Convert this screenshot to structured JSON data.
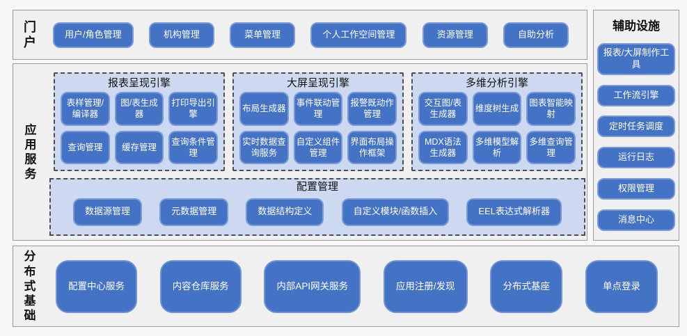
{
  "colors": {
    "accent_blue": "#4472c4",
    "button_border_blue": "#7b9bd7",
    "panel_light_blue": "#ccd9f1",
    "section_bg": "#f0f0f0",
    "section_border": "#9a9a9a"
  },
  "portal": {
    "label": "门户",
    "buttons": [
      "用户/角色管理",
      "机构管理",
      "菜单管理",
      "个人工作空间管理",
      "资源管理",
      "自助分析"
    ]
  },
  "app_services": {
    "label": "应用服务",
    "engines": [
      {
        "title": "报表呈现引擎",
        "buttons": [
          "表样管理/编译器",
          "图/表生成器",
          "打印导出引擎",
          "查询管理",
          "缓存管理",
          "查询条件管理"
        ]
      },
      {
        "title": "大屏呈现引擎",
        "buttons": [
          "布局生成器",
          "事件联动管理",
          "报警既动作管理",
          "实时数据查询服务",
          "自定义组件管理",
          "界面布局操作框架"
        ]
      },
      {
        "title": "多维分析引擎",
        "buttons": [
          "交互图/表生成器",
          "维度树生成",
          "图表智能映射",
          "MDX语法生成器",
          "多维模型解析",
          "多维查询管理"
        ]
      }
    ],
    "config": {
      "title": "配置管理",
      "buttons": [
        "数据源管理",
        "元数据管理",
        "数据结构定义",
        "自定义模块/函数插入",
        "EEL表达式解析器"
      ]
    }
  },
  "auxiliary": {
    "title": "辅助设施",
    "buttons": [
      "报表/大屏制作工具",
      "工作流引擎",
      "定时任务调度",
      "运行日志",
      "权限管理",
      "消息中心"
    ]
  },
  "distributed": {
    "label": "分布式基础",
    "buttons": [
      "配置中心服务",
      "内容仓库服务",
      "内部API网关服务",
      "应用注册/发现",
      "分布式基座",
      "单点登录"
    ]
  }
}
